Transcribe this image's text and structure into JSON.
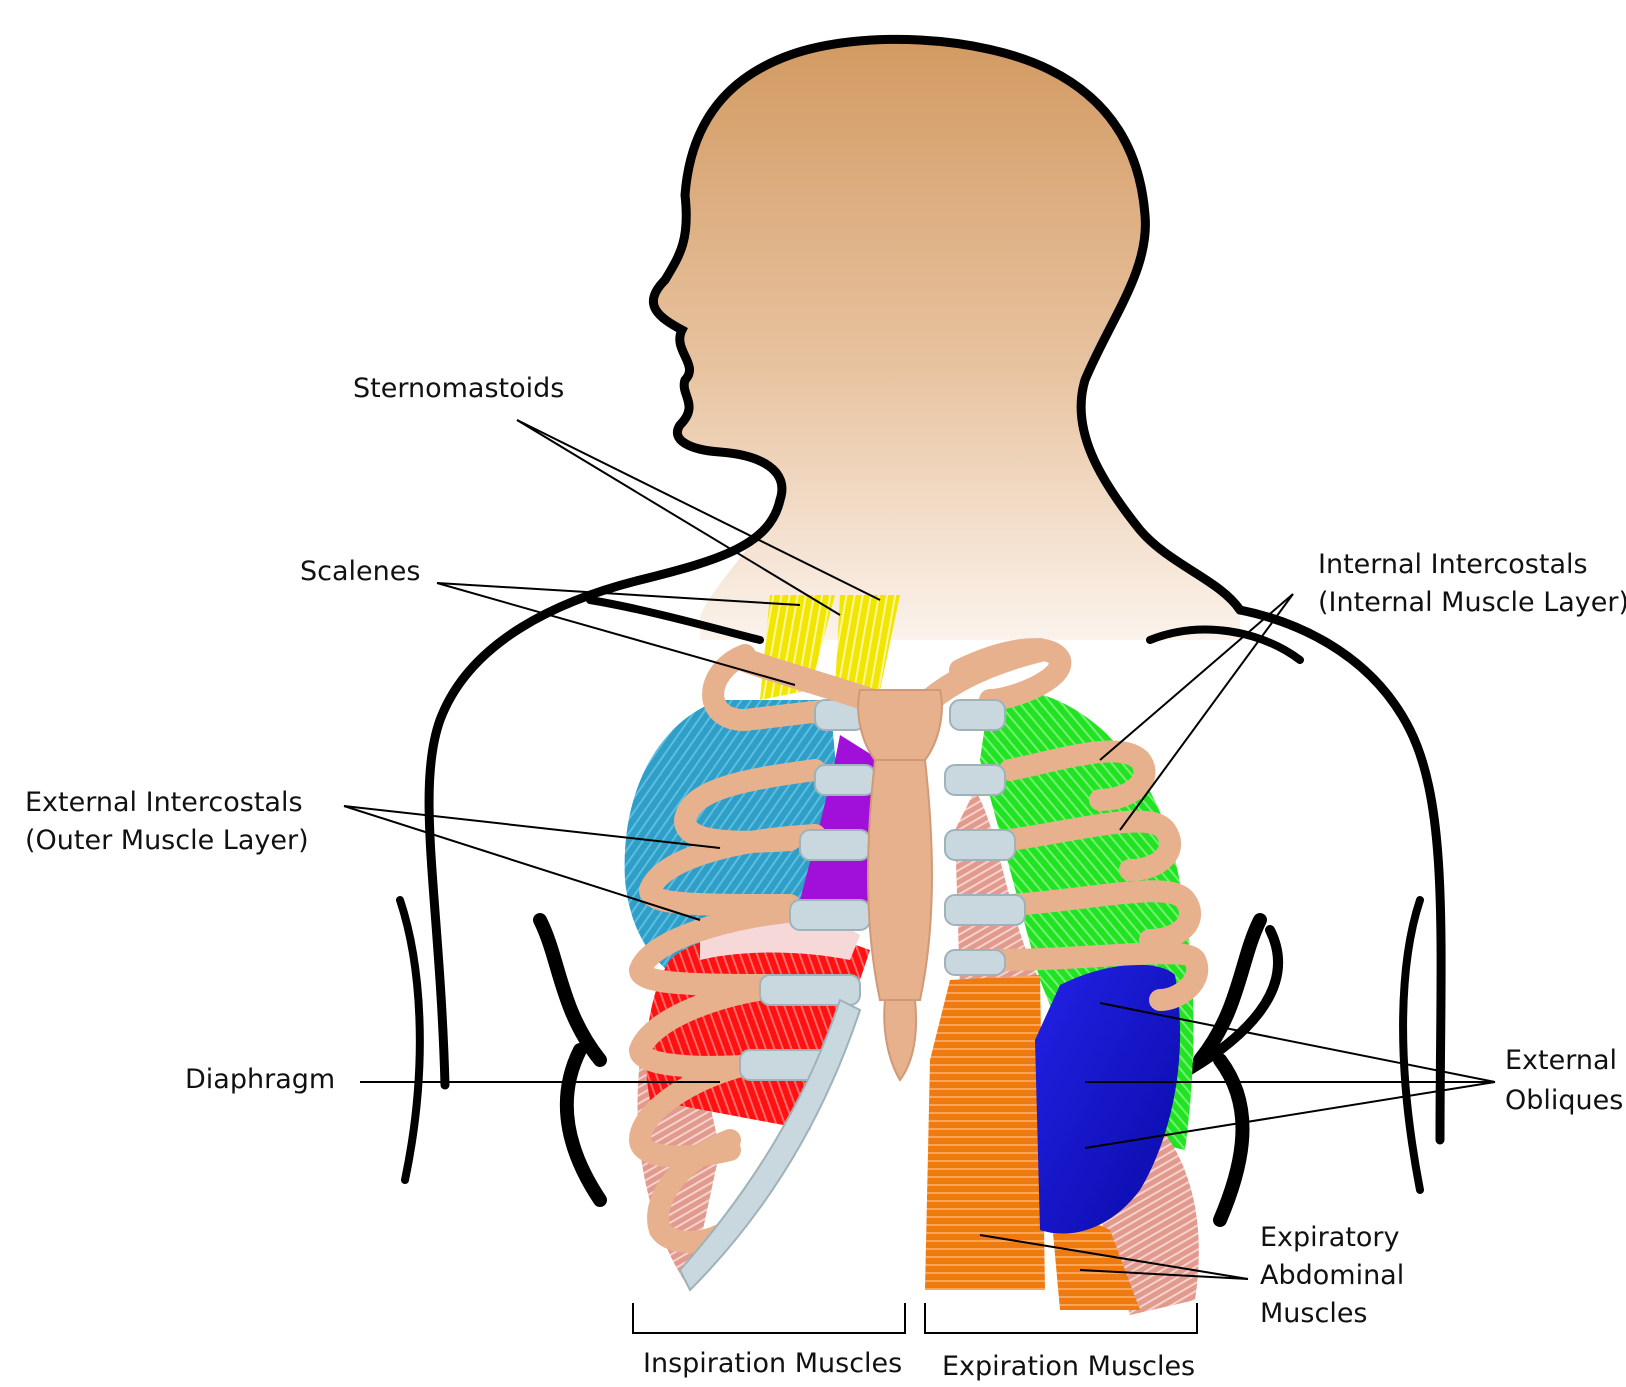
{
  "labels": {
    "sternomastoids": "Sternomastoids",
    "scalenes": "Scalenes",
    "external_intercostals_1": "External Intercostals",
    "external_intercostals_2": "(Outer Muscle Layer)",
    "internal_intercostals_1": "Internal Intercostals",
    "internal_intercostals_2": "(Internal Muscle Layer)",
    "diaphragm": "Diaphragm",
    "external_obliques_1": "External",
    "external_obliques_2": "Obliques",
    "expiratory_abdominal_1": "Expiratory",
    "expiratory_abdominal_2": "Abdominal",
    "expiratory_abdominal_3": "Muscles",
    "inspiration_muscles": "Inspiration Muscles",
    "expiration_muscles": "Expiration Muscles"
  },
  "colors": {
    "skin": "#d8a26f",
    "skin_light": "#f3e3d3",
    "rib": "#e8b18e",
    "cartilage": "#c9d8de",
    "scalenes": "#f2e600",
    "external_intercostals": "#2f9fc8",
    "internal_intercostals": "#22e322",
    "sternum_muscle": "#a010d8",
    "diaphragm": "#ff1111",
    "external_obliques": "#1010d0",
    "abdominal": "#f07a10",
    "pink_muscle": "#e29a8e",
    "outline": "#000000"
  }
}
